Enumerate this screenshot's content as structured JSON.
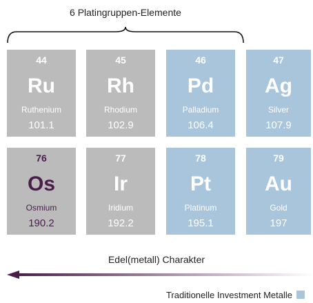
{
  "header": {
    "group_title": "6 Platingruppen-Elemente"
  },
  "colors": {
    "platinum_group_gray": "#bbbbbb",
    "investment_blue": "#a9c5dc",
    "osmium_text": "#4a1c49",
    "arrow_dark": "#4a1c49"
  },
  "elements": [
    {
      "number": "44",
      "symbol": "Ru",
      "name": "Ruthenium",
      "mass": "101.1",
      "category": "gray"
    },
    {
      "number": "45",
      "symbol": "Rh",
      "name": "Rhodium",
      "mass": "102.9",
      "category": "gray"
    },
    {
      "number": "46",
      "symbol": "Pd",
      "name": "Palladium",
      "mass": "106.4",
      "category": "blue"
    },
    {
      "number": "47",
      "symbol": "Ag",
      "name": "Silver",
      "mass": "107.9",
      "category": "blue"
    },
    {
      "number": "76",
      "symbol": "Os",
      "name": "Osmium",
      "mass": "190.2",
      "category": "gray"
    },
    {
      "number": "77",
      "symbol": "Ir",
      "name": "Iridium",
      "mass": "192.2",
      "category": "gray"
    },
    {
      "number": "78",
      "symbol": "Pt",
      "name": "Platinum",
      "mass": "195.1",
      "category": "blue"
    },
    {
      "number": "79",
      "symbol": "Au",
      "name": "Gold",
      "mass": "197",
      "category": "blue"
    }
  ],
  "arrow": {
    "caption": "Edel(metall) Charakter"
  },
  "legend": {
    "label": "Traditionelle Investment Metalle"
  }
}
